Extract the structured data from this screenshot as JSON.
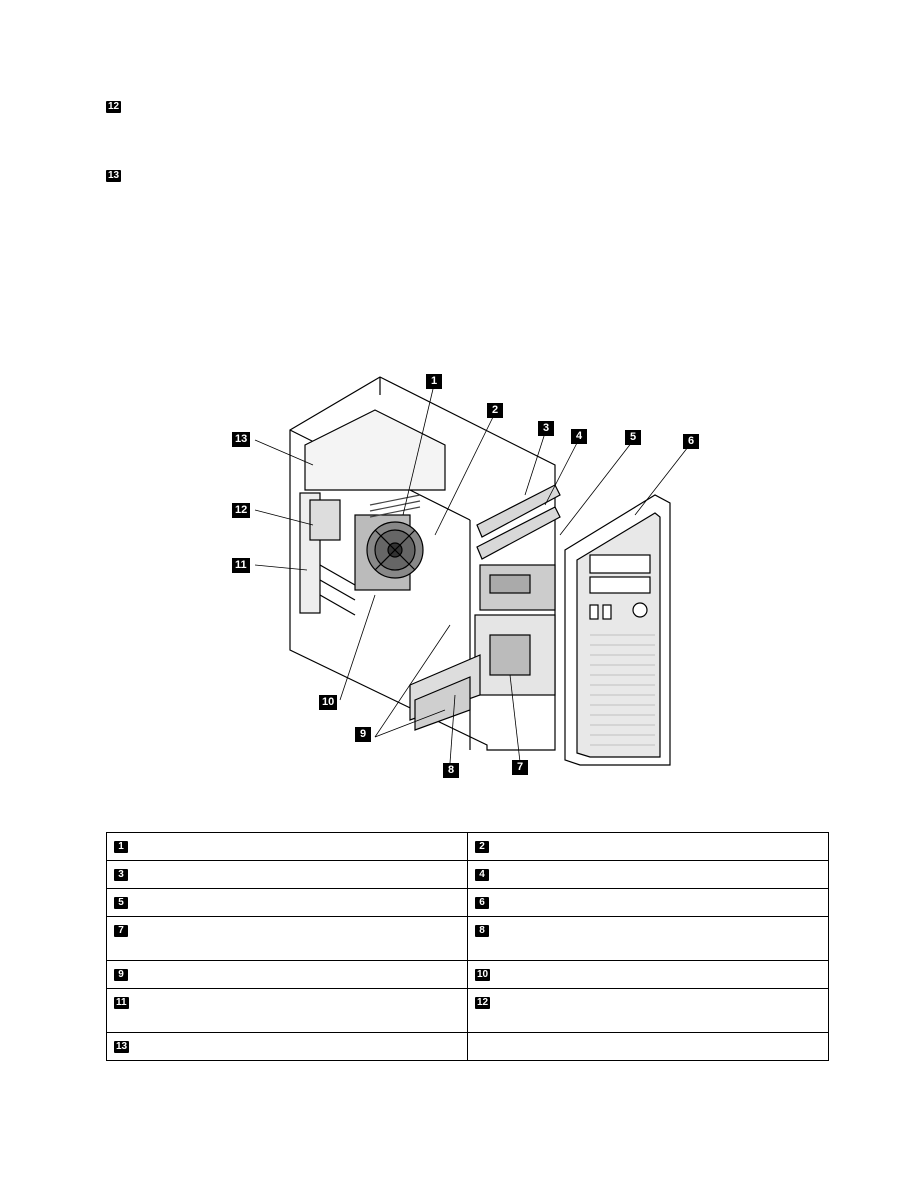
{
  "top_markers": [
    "12",
    "13"
  ],
  "callouts": [
    "1",
    "2",
    "3",
    "4",
    "5",
    "6",
    "7",
    "8",
    "9",
    "10",
    "11",
    "12",
    "13"
  ],
  "legend_rows": [
    {
      "left": "1",
      "right": "2",
      "size": "short"
    },
    {
      "left": "3",
      "right": "4",
      "size": "short"
    },
    {
      "left": "5",
      "right": "6",
      "size": "short"
    },
    {
      "left": "7",
      "right": "8",
      "size": "tall"
    },
    {
      "left": "9",
      "right": "10",
      "size": "short"
    },
    {
      "left": "11",
      "right": "12",
      "size": "tall"
    },
    {
      "left": "13",
      "right": "",
      "size": "short"
    }
  ]
}
